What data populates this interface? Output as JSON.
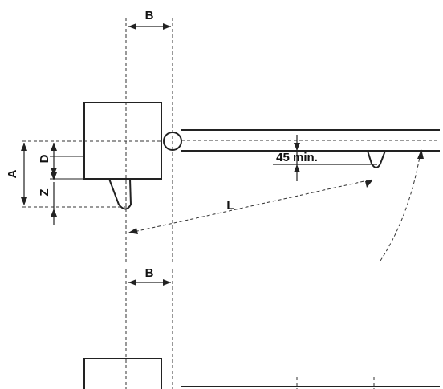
{
  "labels": {
    "b_top": "B",
    "b_bottom": "B",
    "a": "A",
    "d": "D",
    "z": "Z",
    "l": "L",
    "min_clearance": "45 min."
  }
}
